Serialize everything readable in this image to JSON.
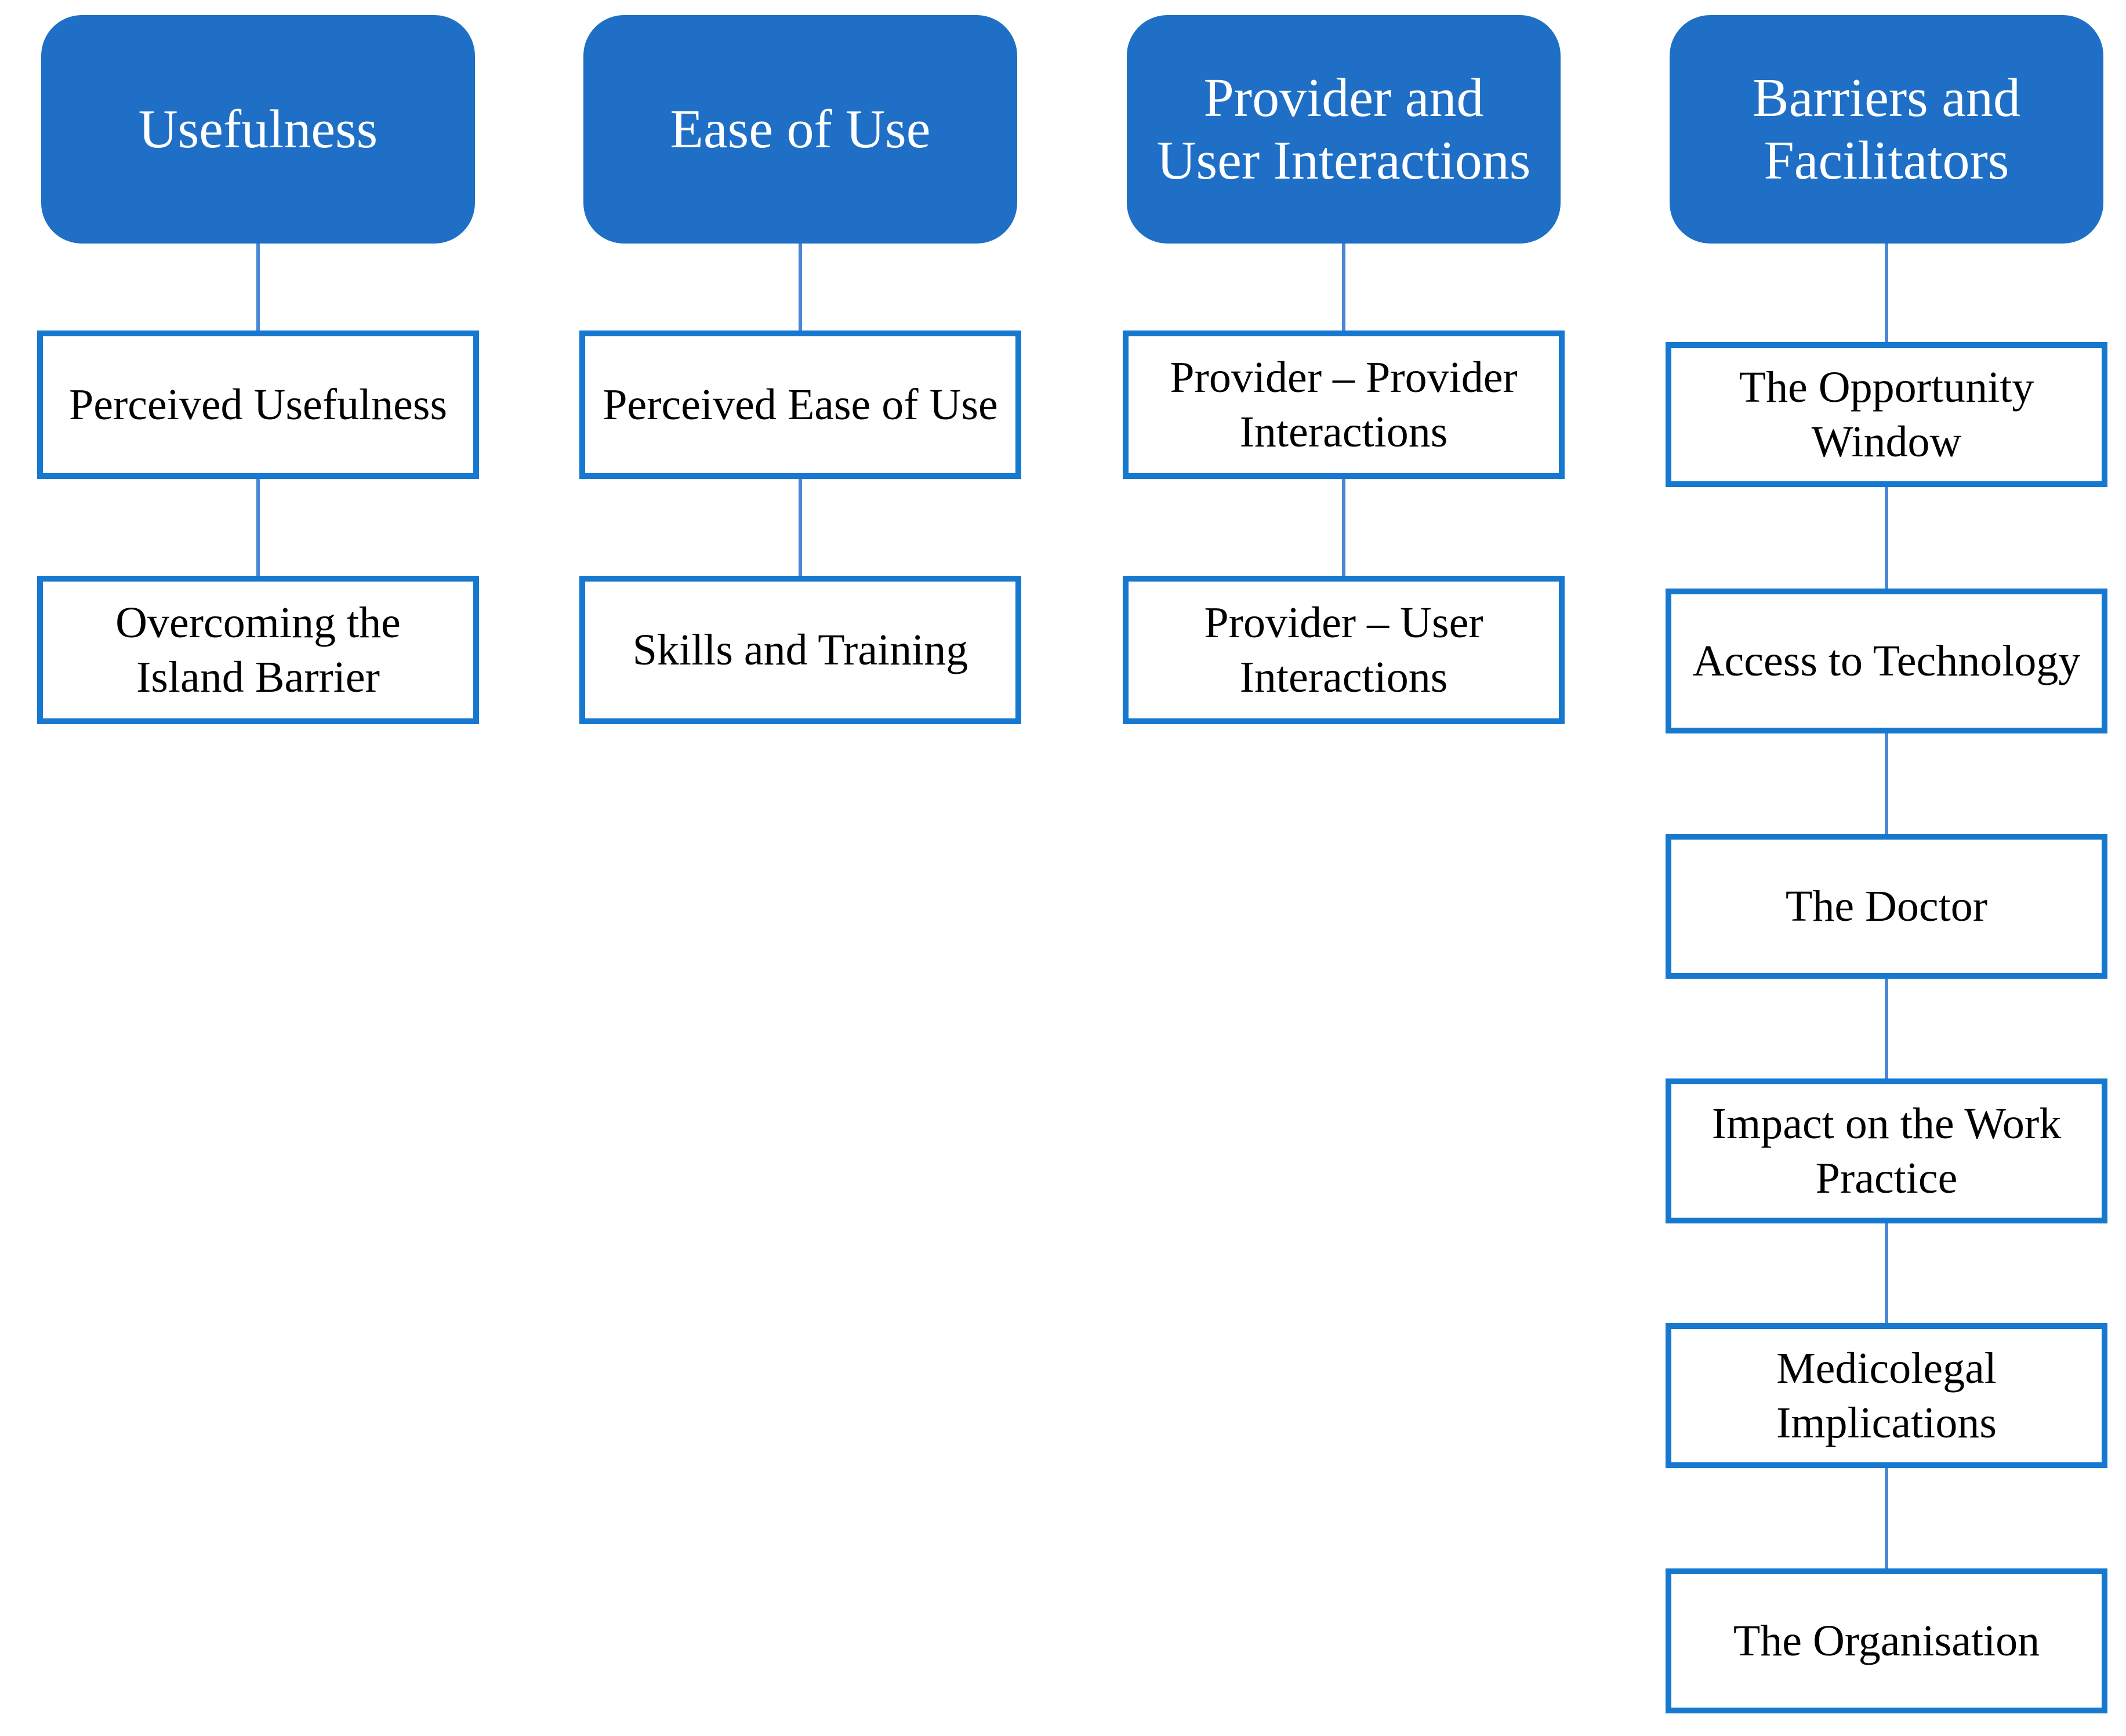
{
  "colors": {
    "header_fill": "#1F6FC6",
    "box_border": "#1778CF",
    "connector": "#4A86D6",
    "header_text": "#FFFFFF",
    "box_text": "#000000"
  },
  "columns": [
    {
      "title": "Usefulness",
      "items": [
        "Perceived Usefulness",
        "Overcoming the Island Barrier"
      ]
    },
    {
      "title": "Ease of Use",
      "items": [
        "Perceived Ease of Use",
        "Skills and Training"
      ]
    },
    {
      "title": "Provider and User Interactions",
      "items": [
        "Provider – Provider Interactions",
        "Provider – User Interactions"
      ]
    },
    {
      "title": "Barriers and Facilitators",
      "items": [
        "The Opportunity Window",
        "Access to Technology",
        "The Doctor",
        "Impact on the Work Practice",
        "Medicolegal Implications",
        "The Organisation"
      ]
    }
  ]
}
